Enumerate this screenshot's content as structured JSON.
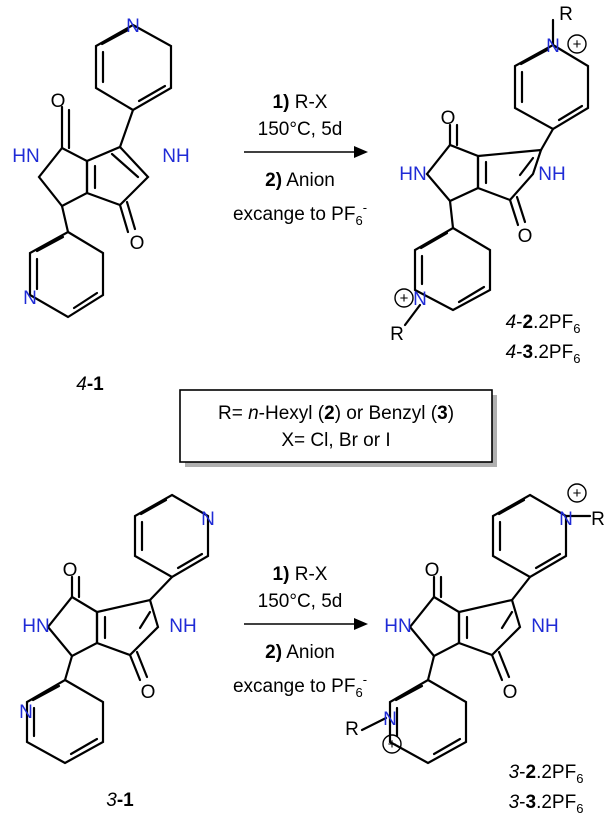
{
  "compounds": {
    "top_start": {
      "prefix": "4",
      "number": "-1"
    },
    "bottom_start": {
      "prefix": "3",
      "number": "-1"
    },
    "top_products": [
      {
        "prefix": "4",
        "sep": "-",
        "num": "2",
        "suffix": ".2PF",
        "sub": "6"
      },
      {
        "prefix": "4",
        "sep": "-",
        "num": "3",
        "suffix": ".2PF",
        "sub": "6"
      }
    ],
    "bottom_products": [
      {
        "prefix": "3",
        "sep": "-",
        "num": "2",
        "suffix": ".2PF",
        "sub": "6"
      },
      {
        "prefix": "3",
        "sep": "-",
        "num": "3",
        "suffix": ".2PF",
        "sub": "6"
      }
    ]
  },
  "atoms": {
    "N": "N",
    "O": "O",
    "NH": "NH",
    "HN": "HN",
    "R": "R",
    "plus": "+"
  },
  "conditions": {
    "step1_num": "1)",
    "step1_text": " R-X",
    "step1_detail": "150°C, 5d",
    "step2_num": "2)",
    "step2_text": " Anion",
    "step2_detail": "excange to PF",
    "step2_sub": "6",
    "step2_sup": "-"
  },
  "legend": {
    "line1_a": "R= ",
    "line1_b": "n",
    "line1_c": "-Hexyl (",
    "line1_d": "2",
    "line1_e": ") or Benzyl (",
    "line1_f": "3",
    "line1_g": ")",
    "line2": "X= Cl, Br or I"
  },
  "colors": {
    "nitrogen": "#1f2bd6",
    "bond": "#000000"
  }
}
